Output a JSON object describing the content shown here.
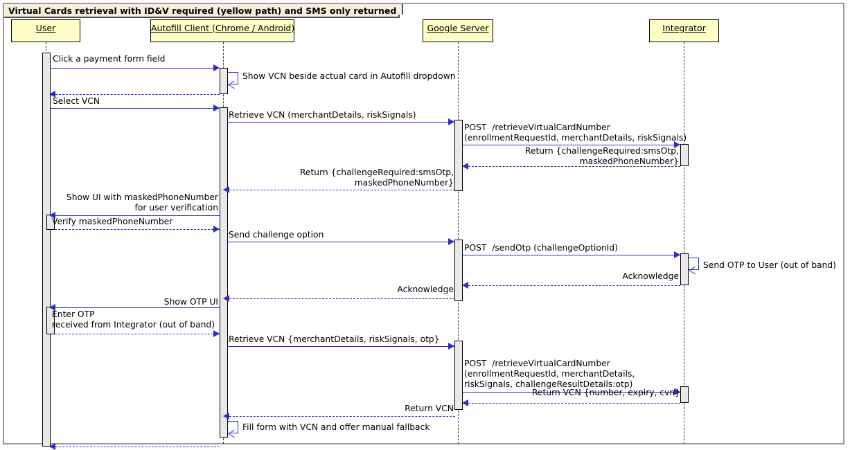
{
  "diagram": {
    "title": "Virtual Cards retrieval with ID&V required (yellow path) and SMS only returned",
    "type": "uml-sequence-diagram",
    "colors": {
      "participant_fill": "#fdfdc4",
      "activation_fill": "#e9e9e9",
      "message_line": "#2c2cc8",
      "frame_border": "#9a9a9a",
      "title_fill": "#f3f0dc"
    }
  },
  "participants": [
    {
      "id": "user",
      "label": "User"
    },
    {
      "id": "autofill",
      "label": "Autofill Client (Chrome / Android)"
    },
    {
      "id": "google",
      "label": "Google Server"
    },
    {
      "id": "integrator",
      "label": "Integrator"
    }
  ],
  "messages": [
    {
      "id": "m1",
      "label": "Click a payment form field",
      "from": "user",
      "to": "autofill",
      "style": "solid",
      "dir": "right"
    },
    {
      "id": "m2",
      "label": "Show VCN beside actual card in Autofill dropdown",
      "from": "autofill",
      "to": "autofill",
      "style": "self",
      "dir": "self"
    },
    {
      "id": "m3",
      "label": "",
      "from": "autofill",
      "to": "user",
      "style": "dashed",
      "dir": "left"
    },
    {
      "id": "m4",
      "label": "Select VCN",
      "from": "user",
      "to": "autofill",
      "style": "solid",
      "dir": "right"
    },
    {
      "id": "m5",
      "label": "Retrieve VCN (merchantDetails, riskSignals)",
      "from": "autofill",
      "to": "google",
      "style": "solid",
      "dir": "right"
    },
    {
      "id": "m6",
      "label": "POST  /retrieveVirtualCardNumber\n(enrollmentRequestId, merchantDetails, riskSignals)",
      "from": "google",
      "to": "integrator",
      "style": "solid",
      "dir": "right"
    },
    {
      "id": "m7",
      "label": "Return {challengeRequired:smsOtp,\nmaskedPhoneNumber}",
      "from": "integrator",
      "to": "google",
      "style": "dashed",
      "dir": "left"
    },
    {
      "id": "m8",
      "label": "Return {challengeRequired:smsOtp,\nmaskedPhoneNumber}",
      "from": "google",
      "to": "autofill",
      "style": "dashed",
      "dir": "left"
    },
    {
      "id": "m9",
      "label": "Show UI with maskedPhoneNumber\nfor user verification",
      "from": "autofill",
      "to": "user",
      "style": "solid",
      "dir": "left"
    },
    {
      "id": "m10",
      "label": "Verify maskedPhoneNumber",
      "from": "user",
      "to": "autofill",
      "style": "dashed",
      "dir": "right"
    },
    {
      "id": "m11",
      "label": "Send challenge option",
      "from": "autofill",
      "to": "google",
      "style": "solid",
      "dir": "right"
    },
    {
      "id": "m12",
      "label": "POST  /sendOtp (challengeOptionId)",
      "from": "google",
      "to": "integrator",
      "style": "solid",
      "dir": "right"
    },
    {
      "id": "m13",
      "label": "Send OTP to User (out of band)",
      "from": "integrator",
      "to": "integrator",
      "style": "self",
      "dir": "self"
    },
    {
      "id": "m14",
      "label": "Acknowledge",
      "from": "integrator",
      "to": "google",
      "style": "dashed",
      "dir": "left"
    },
    {
      "id": "m15",
      "label": "Acknowledge",
      "from": "google",
      "to": "autofill",
      "style": "dashed",
      "dir": "left"
    },
    {
      "id": "m16",
      "label": "Show OTP UI",
      "from": "autofill",
      "to": "user",
      "style": "solid",
      "dir": "left"
    },
    {
      "id": "m17",
      "label": "Enter OTP\nreceived from Integrator (out of band)",
      "from": "user",
      "to": "autofill",
      "style": "dashed",
      "dir": "right"
    },
    {
      "id": "m18",
      "label": "Retrieve VCN {merchantDetails, riskSignals, otp}",
      "from": "autofill",
      "to": "google",
      "style": "solid",
      "dir": "right"
    },
    {
      "id": "m19",
      "label": "POST  /retrieveVirtualCardNumber\n(enrollmentRequestId, merchantDetails,\nriskSignals, challengeResultDetails:otp)",
      "from": "google",
      "to": "integrator",
      "style": "solid",
      "dir": "right"
    },
    {
      "id": "m20",
      "label": "Return VCN {number, expiry, cvn}",
      "from": "integrator",
      "to": "google",
      "style": "dashed",
      "dir": "left"
    },
    {
      "id": "m21",
      "label": "Return VCN",
      "from": "google",
      "to": "autofill",
      "style": "dashed",
      "dir": "left"
    },
    {
      "id": "m22",
      "label": "Fill form with VCN and offer manual fallback",
      "from": "autofill",
      "to": "autofill",
      "style": "self",
      "dir": "self"
    },
    {
      "id": "m23",
      "label": "",
      "from": "autofill",
      "to": "user",
      "style": "dashed",
      "dir": "left"
    }
  ]
}
